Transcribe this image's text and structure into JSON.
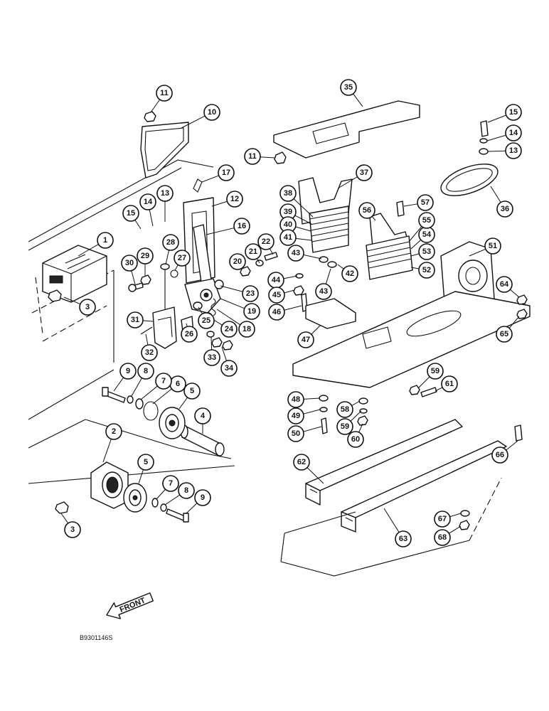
{
  "figure": {
    "drawing_code": "B9301146S",
    "direction_label": "FRONT"
  },
  "callouts": [
    {
      "id": "c-1",
      "label": "1"
    },
    {
      "id": "c-2",
      "label": "2"
    },
    {
      "id": "c-3a",
      "label": "3"
    },
    {
      "id": "c-3b",
      "label": "3"
    },
    {
      "id": "c-4",
      "label": "4"
    },
    {
      "id": "c-5a",
      "label": "5"
    },
    {
      "id": "c-5b",
      "label": "5"
    },
    {
      "id": "c-6",
      "label": "6"
    },
    {
      "id": "c-7a",
      "label": "7"
    },
    {
      "id": "c-7b",
      "label": "7"
    },
    {
      "id": "c-8a",
      "label": "8"
    },
    {
      "id": "c-8b",
      "label": "8"
    },
    {
      "id": "c-9a",
      "label": "9"
    },
    {
      "id": "c-9b",
      "label": "9"
    },
    {
      "id": "c-10",
      "label": "10"
    },
    {
      "id": "c-11a",
      "label": "11"
    },
    {
      "id": "c-11b",
      "label": "11"
    },
    {
      "id": "c-12",
      "label": "12"
    },
    {
      "id": "c-13a",
      "label": "13"
    },
    {
      "id": "c-13b",
      "label": "13"
    },
    {
      "id": "c-14a",
      "label": "14"
    },
    {
      "id": "c-14b",
      "label": "14"
    },
    {
      "id": "c-15a",
      "label": "15"
    },
    {
      "id": "c-15b",
      "label": "15"
    },
    {
      "id": "c-16",
      "label": "16"
    },
    {
      "id": "c-17",
      "label": "17"
    },
    {
      "id": "c-18",
      "label": "18"
    },
    {
      "id": "c-19",
      "label": "19"
    },
    {
      "id": "c-20",
      "label": "20"
    },
    {
      "id": "c-21",
      "label": "21"
    },
    {
      "id": "c-22",
      "label": "22"
    },
    {
      "id": "c-23",
      "label": "23"
    },
    {
      "id": "c-24",
      "label": "24"
    },
    {
      "id": "c-25",
      "label": "25"
    },
    {
      "id": "c-26",
      "label": "26"
    },
    {
      "id": "c-27",
      "label": "27"
    },
    {
      "id": "c-28",
      "label": "28"
    },
    {
      "id": "c-29",
      "label": "29"
    },
    {
      "id": "c-30",
      "label": "30"
    },
    {
      "id": "c-31",
      "label": "31"
    },
    {
      "id": "c-32",
      "label": "32"
    },
    {
      "id": "c-33",
      "label": "33"
    },
    {
      "id": "c-34",
      "label": "34"
    },
    {
      "id": "c-35",
      "label": "35"
    },
    {
      "id": "c-36",
      "label": "36"
    },
    {
      "id": "c-37",
      "label": "37"
    },
    {
      "id": "c-38",
      "label": "38"
    },
    {
      "id": "c-39",
      "label": "39"
    },
    {
      "id": "c-40",
      "label": "40"
    },
    {
      "id": "c-41",
      "label": "41"
    },
    {
      "id": "c-42",
      "label": "42"
    },
    {
      "id": "c-43a",
      "label": "43"
    },
    {
      "id": "c-43b",
      "label": "43"
    },
    {
      "id": "c-44",
      "label": "44"
    },
    {
      "id": "c-45",
      "label": "45"
    },
    {
      "id": "c-46",
      "label": "46"
    },
    {
      "id": "c-47",
      "label": "47"
    },
    {
      "id": "c-48",
      "label": "48"
    },
    {
      "id": "c-49",
      "label": "49"
    },
    {
      "id": "c-50",
      "label": "50"
    },
    {
      "id": "c-51",
      "label": "51"
    },
    {
      "id": "c-52",
      "label": "52"
    },
    {
      "id": "c-53",
      "label": "53"
    },
    {
      "id": "c-54",
      "label": "54"
    },
    {
      "id": "c-55",
      "label": "55"
    },
    {
      "id": "c-56",
      "label": "56"
    },
    {
      "id": "c-57",
      "label": "57"
    },
    {
      "id": "c-58",
      "label": "58"
    },
    {
      "id": "c-59a",
      "label": "59"
    },
    {
      "id": "c-59b",
      "label": "59"
    },
    {
      "id": "c-60",
      "label": "60"
    },
    {
      "id": "c-61",
      "label": "61"
    },
    {
      "id": "c-62",
      "label": "62"
    },
    {
      "id": "c-63",
      "label": "63"
    },
    {
      "id": "c-64",
      "label": "64"
    },
    {
      "id": "c-65",
      "label": "65"
    },
    {
      "id": "c-66",
      "label": "66"
    },
    {
      "id": "c-67",
      "label": "67"
    },
    {
      "id": "c-68",
      "label": "68"
    }
  ]
}
